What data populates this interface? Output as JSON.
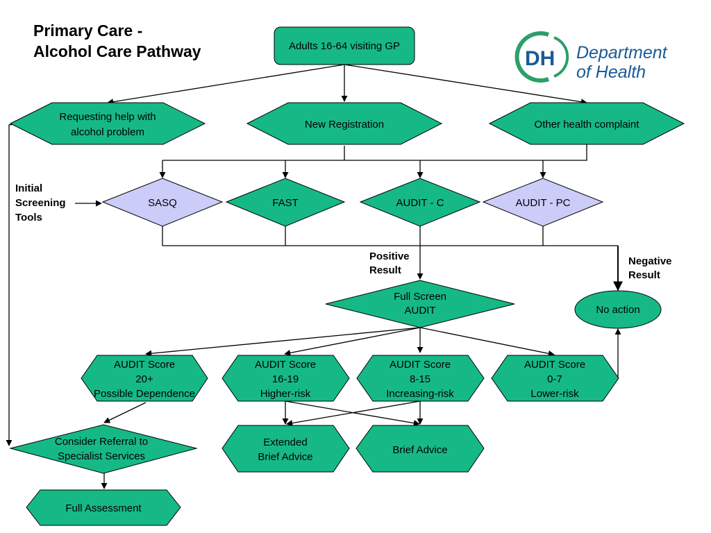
{
  "title": {
    "line1": "Primary Care -",
    "line2": "Alcohol Care Pathway"
  },
  "logo": {
    "mark": "DH",
    "line1": "Department",
    "line2": "of Health",
    "color": "#1a5a96",
    "ring_color": "#2e9e6a"
  },
  "colors": {
    "green": "#16b986",
    "lavender": "#ccccf8",
    "stroke": "#000000"
  },
  "nodes": {
    "adults": "Adults 16-64 visiting GP",
    "requesting": [
      "Requesting help with",
      "alcohol problem"
    ],
    "new_registration": "New Registration",
    "other_complaint": "Other health complaint",
    "sasq": "SASQ",
    "fast": "FAST",
    "audit_c": "AUDIT - C",
    "audit_pc": "AUDIT - PC",
    "full_screen": [
      "Full Screen",
      "AUDIT"
    ],
    "no_action": "No action",
    "score_20": [
      "AUDIT Score",
      "20+",
      "Possible Dependence"
    ],
    "score_16": [
      "AUDIT Score",
      "16-19",
      "Higher-risk"
    ],
    "score_8": [
      "AUDIT Score",
      "8-15",
      "Increasing-risk"
    ],
    "score_0": [
      "AUDIT Score",
      "0-7",
      "Lower-risk"
    ],
    "referral": [
      "Consider Referral to",
      "Specialist Services"
    ],
    "extended": [
      "Extended",
      "Brief Advice"
    ],
    "brief": "Brief Advice",
    "full_assessment": "Full Assessment"
  },
  "labels": {
    "initial_screening": [
      "Initial",
      "Screening",
      "Tools"
    ],
    "positive": [
      "Positive",
      "Result"
    ],
    "negative": [
      "Negative",
      "Result"
    ]
  }
}
